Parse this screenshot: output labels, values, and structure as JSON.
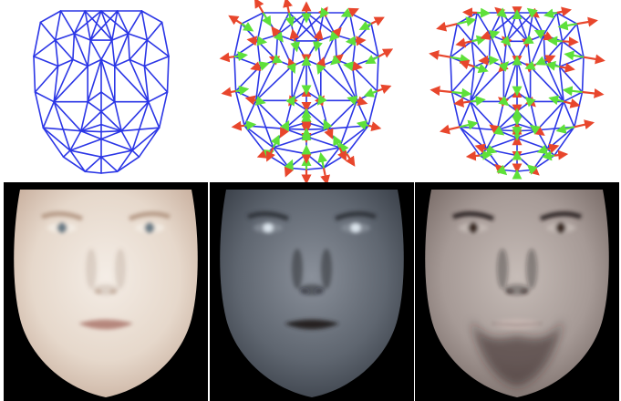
{
  "figure": {
    "rows": [
      "shape-meshes",
      "texture-faces"
    ],
    "panels": [
      {
        "id": "mean-shape",
        "arrows": false
      },
      {
        "id": "shape-mode-1",
        "arrows": true
      },
      {
        "id": "shape-mode-2",
        "arrows": true
      },
      {
        "id": "mean-texture",
        "tone": "pale"
      },
      {
        "id": "texture-mode-1",
        "tone": "dark-grey"
      },
      {
        "id": "texture-mode-2",
        "tone": "dark-bearded"
      }
    ],
    "colors": {
      "mesh": "#2b36e6",
      "arrow_red": "#e8462c",
      "arrow_green": "#5ee03a",
      "face_background": "#000000"
    }
  }
}
